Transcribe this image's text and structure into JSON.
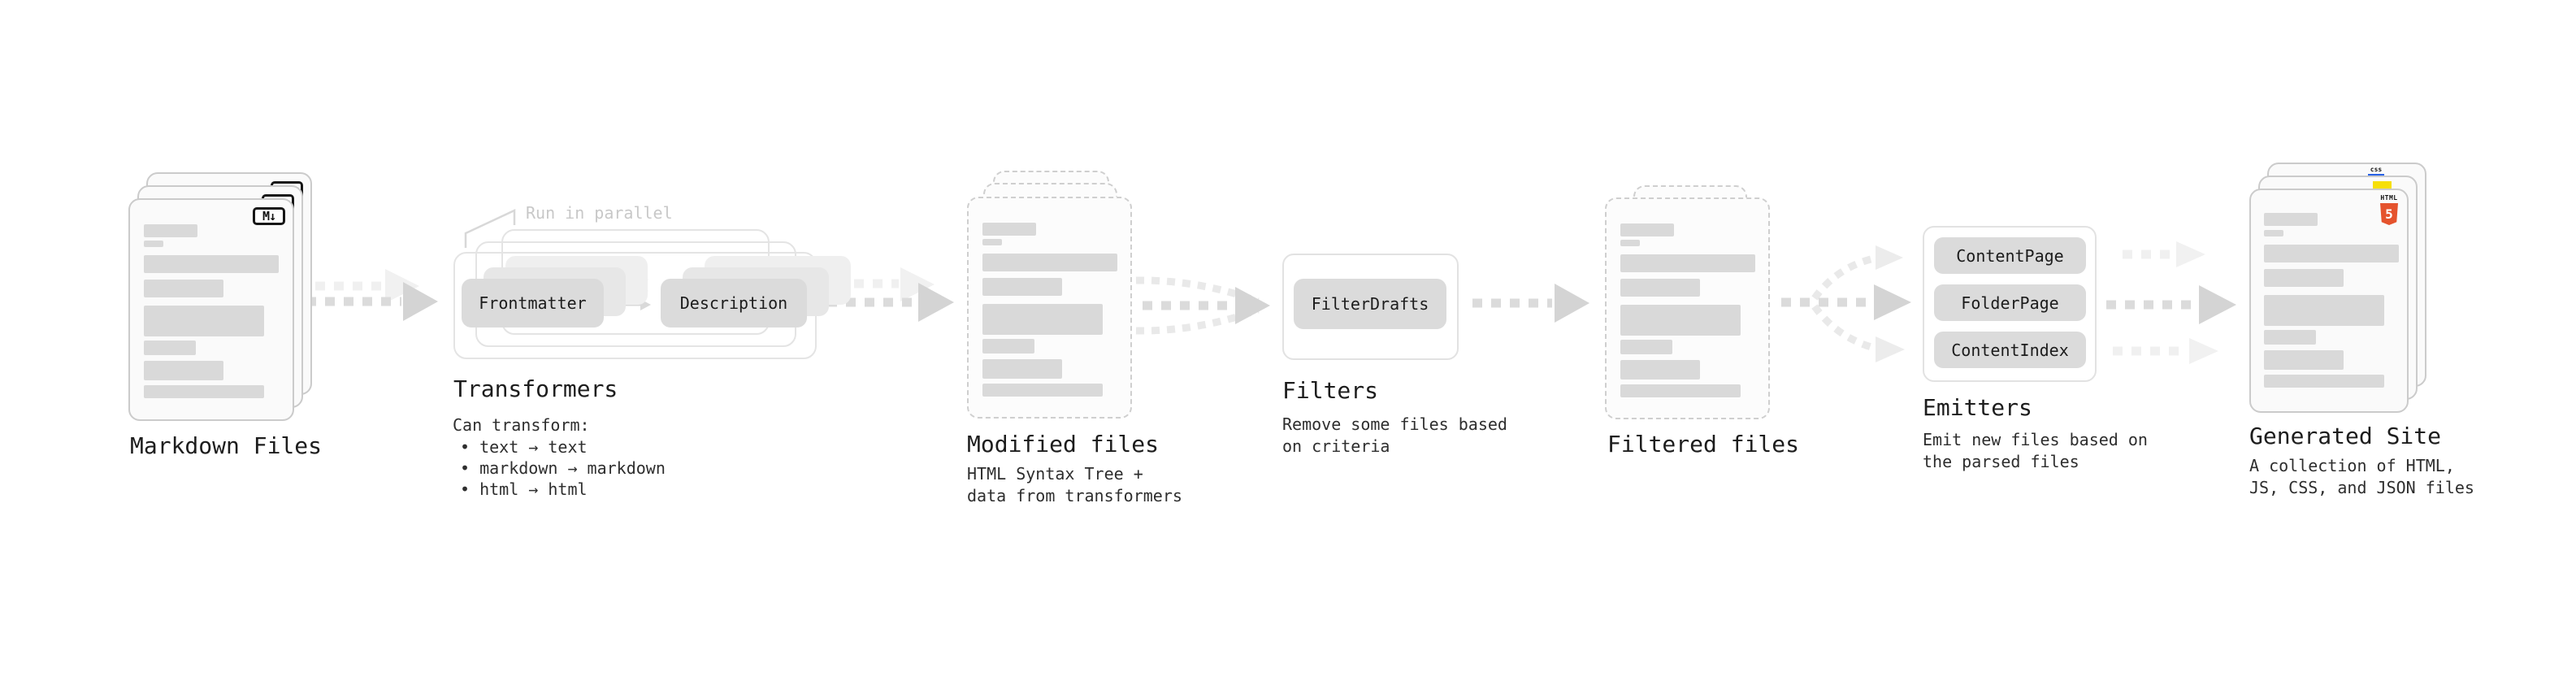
{
  "markdown": {
    "label": "Markdown Files",
    "badge": "M↓"
  },
  "transformers": {
    "label": "Transformers",
    "note": "Run in parallel",
    "button1": "Frontmatter",
    "button2": "Description",
    "desc_title": "Can transform:",
    "bullets": [
      "• text → text",
      "• markdown → markdown",
      "• html → html"
    ]
  },
  "modified": {
    "label": "Modified files",
    "desc1": "HTML Syntax Tree +",
    "desc2": "data from transformers"
  },
  "filters": {
    "label": "Filters",
    "button": "FilterDrafts",
    "desc1": "Remove some files based",
    "desc2": "on criteria"
  },
  "filtered": {
    "label": "Filtered files"
  },
  "emitters": {
    "label": "Emitters",
    "button1": "ContentPage",
    "button2": "FolderPage",
    "button3": "ContentIndex",
    "desc1": "Emit new files based on",
    "desc2": "the parsed files"
  },
  "generated": {
    "label": "Generated Site",
    "desc1": "A collection of HTML,",
    "desc2": "JS, CSS, and JSON files",
    "badge_css": "css",
    "badge_html_word": "HTML",
    "badge_html_five": "5"
  },
  "colors": {
    "html5_orange": "#e5532d",
    "js_yellow": "#f6df0a",
    "css_blue": "#2760e6",
    "arrow_gray": "#dbdbdb",
    "chip_gray": "#dbdbdb",
    "text_dark": "#1d1d1d"
  }
}
